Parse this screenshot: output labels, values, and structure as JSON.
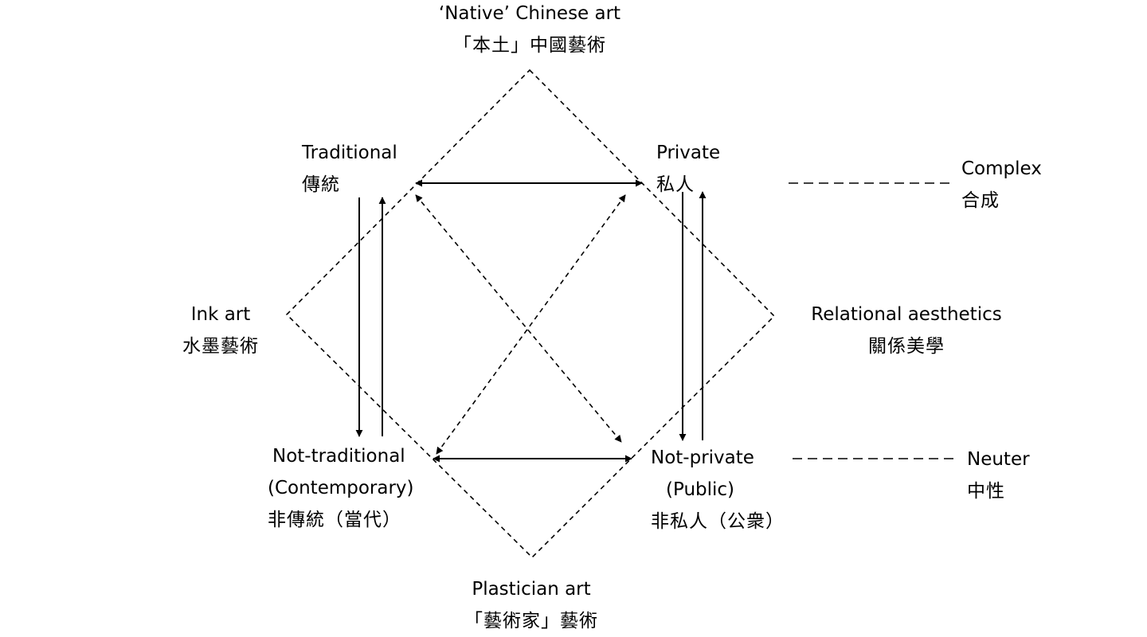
{
  "colors": {
    "ink": "#000000",
    "background": "#ffffff"
  },
  "labels": {
    "native": {
      "en": "‘Native’ Chinese art",
      "zh": "「本土」中國藝術"
    },
    "plastician": {
      "en": "Plastician art",
      "zh": "「藝術家」藝術"
    },
    "ink": {
      "en": "Ink art",
      "zh": "水墨藝術"
    },
    "relational": {
      "en": "Relational aesthetics",
      "zh": "關係美學"
    },
    "traditional": {
      "en": "Traditional",
      "zh": "傳統"
    },
    "private": {
      "en": "Private",
      "zh": "私人"
    },
    "not_traditional": {
      "en": "Not-traditional",
      "en2": "(Contemporary)",
      "zh": "非傳統（當代）"
    },
    "not_private": {
      "en": "Not-private",
      "en2": "(Public)",
      "zh": "非私人（公衆）"
    },
    "complex": {
      "en": "Complex",
      "zh": "合成"
    },
    "neuter": {
      "en": "Neuter",
      "zh": "中性"
    }
  }
}
